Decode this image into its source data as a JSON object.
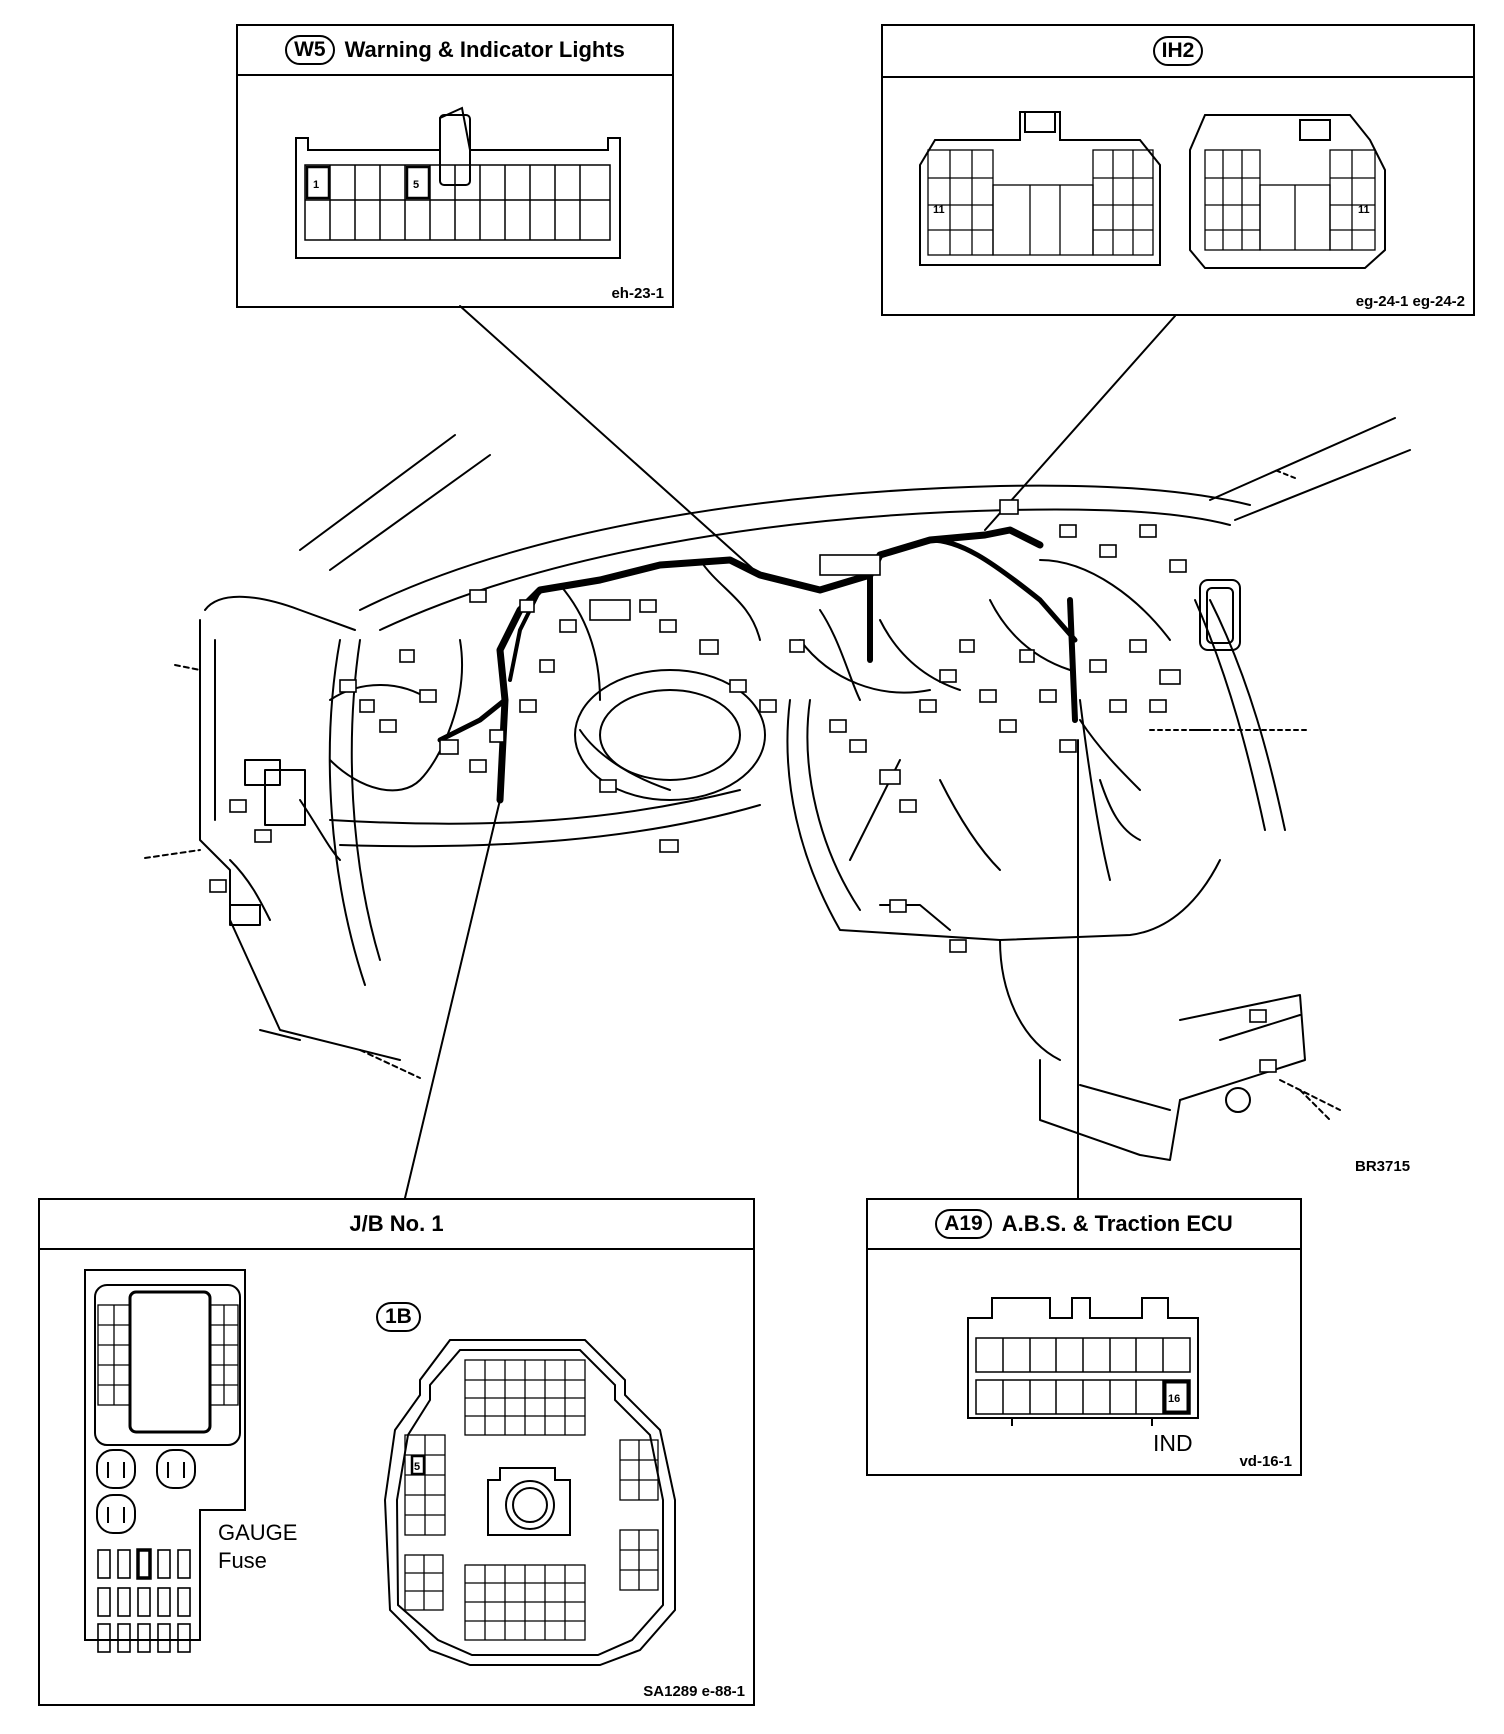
{
  "figure_id": "BR3715",
  "panels": {
    "w5": {
      "code": "W5",
      "title": "Warning & Indicator Lights",
      "ref": "eh-23-1",
      "pin_a": "1",
      "pin_b": "5"
    },
    "ih2": {
      "code": "IH2",
      "ref": "eg-24-1  eg-24-2",
      "pin_left": "11",
      "pin_right": "11"
    },
    "jb": {
      "title": "J/B No. 1",
      "connector_code": "1B",
      "pin": "5",
      "fuse_label_1": "GAUGE",
      "fuse_label_2": "Fuse",
      "ref": "SA1289   e-88-1"
    },
    "a19": {
      "code": "A19",
      "title": "A.B.S. & Traction ECU",
      "pin": "16",
      "terminal_label": "IND",
      "ref": "vd-16-1"
    }
  }
}
